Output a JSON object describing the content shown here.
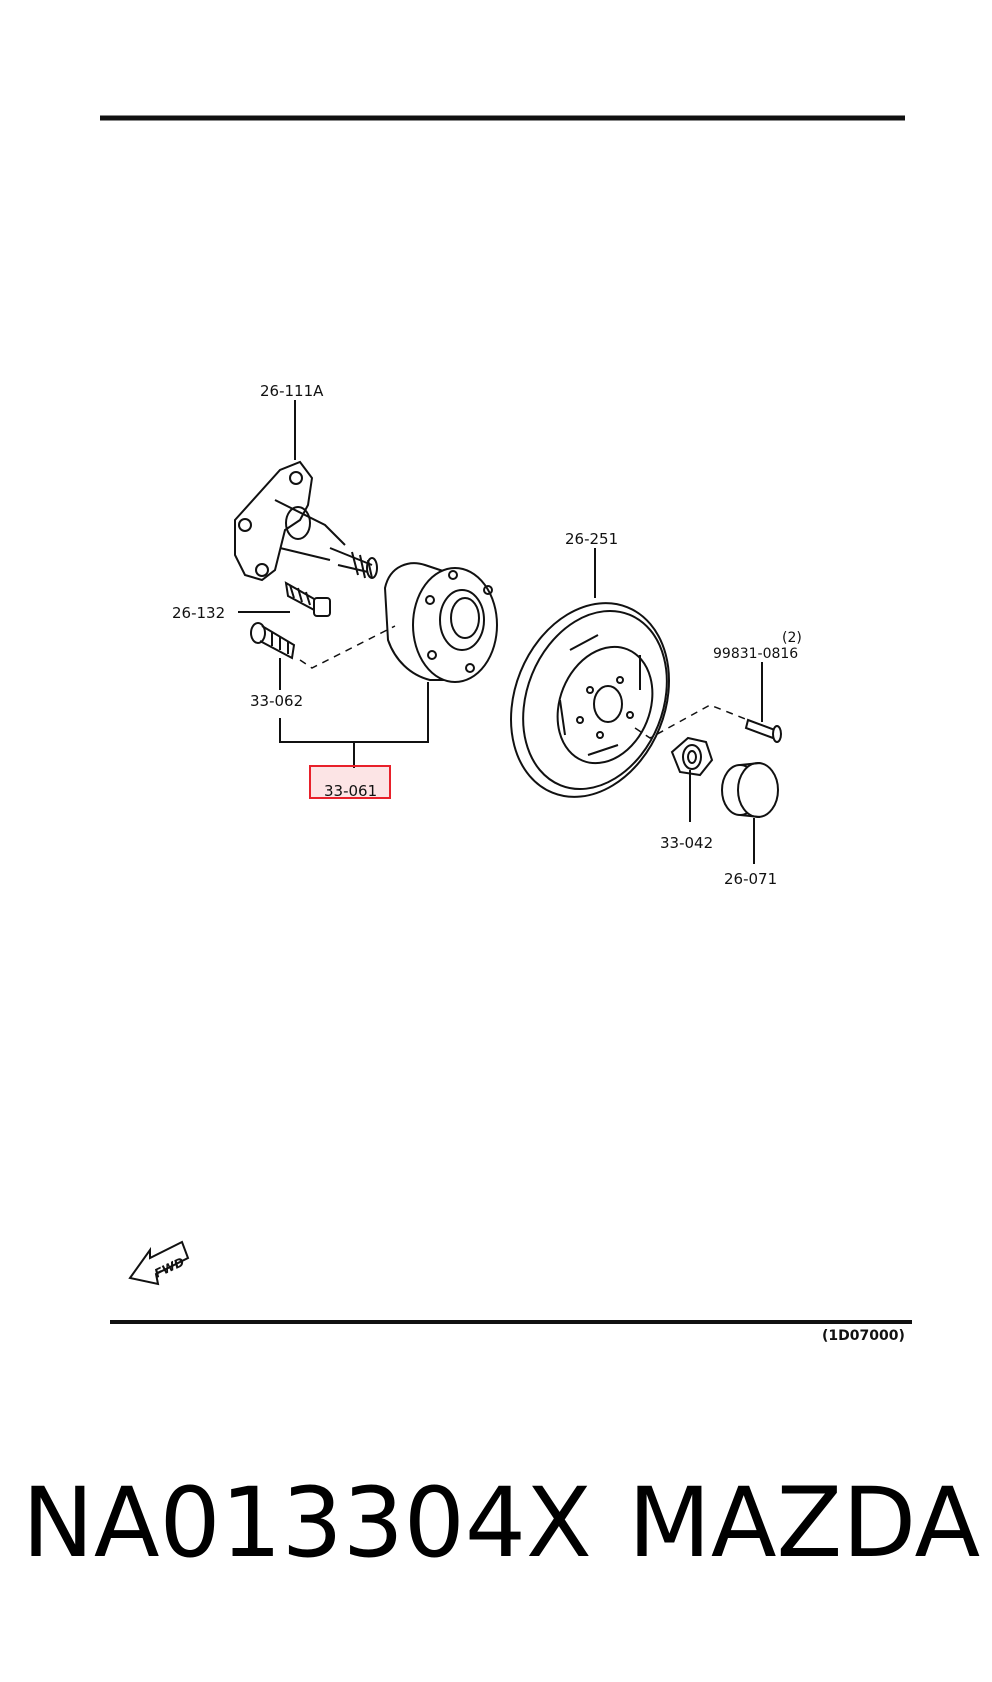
{
  "diagram": {
    "labels": {
      "knuckle_spindle": "26-111A",
      "knuckle_bolt": "26-132",
      "hub_bolt": "33-062",
      "hub_assembly": "33-061",
      "brake_disc": "26-251",
      "disc_screw_qty": "(2)",
      "disc_screw": "99831-0816",
      "lock_nut": "33-042",
      "grease_cap": "26-071"
    },
    "fwd_text": "FWD",
    "reference_code": "(1D07000)",
    "highlight_color": "#e8202a"
  },
  "footer": {
    "part_number": "NA013304X",
    "brand": "MAZDA"
  }
}
